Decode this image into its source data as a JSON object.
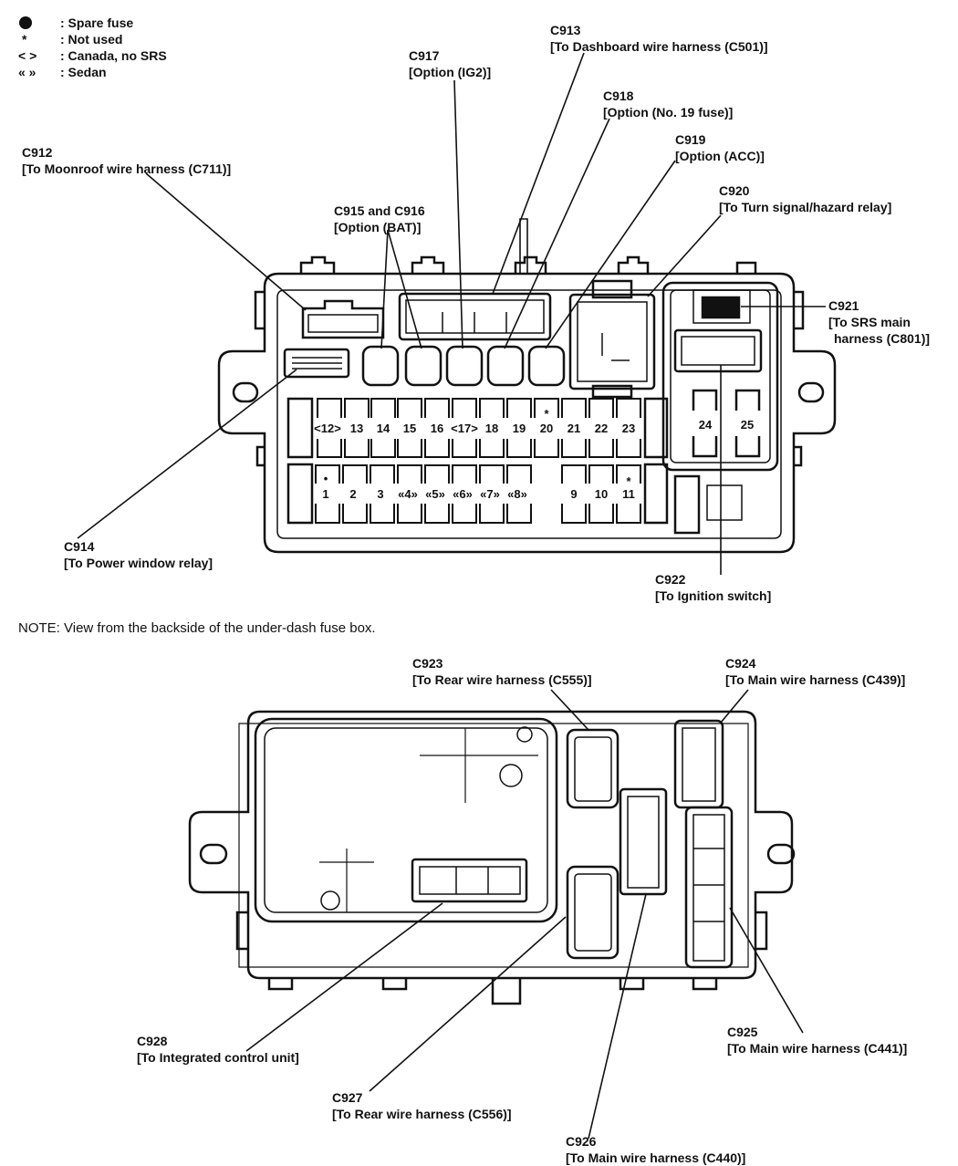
{
  "legend": [
    {
      "symbol": "●",
      "text": ": Spare fuse"
    },
    {
      "symbol": "*",
      "text": ": Not used"
    },
    {
      "symbol": "< >",
      "text": ": Canada, no SRS"
    },
    {
      "symbol": "« »",
      "text": ": Sedan"
    }
  ],
  "connectors": {
    "c912": {
      "id": "C912",
      "desc": "[To Moonroof wire harness (C711)]"
    },
    "c913": {
      "id": "C913",
      "desc": "[To Dashboard wire harness (C501)]"
    },
    "c914": {
      "id": "C914",
      "desc": "[To Power window relay]"
    },
    "c915": {
      "id": "C915 and C916",
      "desc": "[Option (BAT)]"
    },
    "c917": {
      "id": "C917",
      "desc": "[Option (IG2)]"
    },
    "c918": {
      "id": "C918",
      "desc": "[Option (No. 19 fuse)]"
    },
    "c919": {
      "id": "C919",
      "desc": "[Option (ACC)]"
    },
    "c920": {
      "id": "C920",
      "desc": "[To Turn signal/hazard relay]"
    },
    "c921": {
      "id": "C921",
      "desc": "[To SRS main",
      "desc2": "harness (C801)]"
    },
    "c922": {
      "id": "C922",
      "desc": "[To Ignition switch]"
    },
    "c923": {
      "id": "C923",
      "desc": "[To Rear wire harness (C555)]"
    },
    "c924": {
      "id": "C924",
      "desc": "[To Main wire harness (C439)]"
    },
    "c925": {
      "id": "C925",
      "desc": "[To Main wire harness (C441)]"
    },
    "c926": {
      "id": "C926",
      "desc": "[To Main wire harness (C440)]"
    },
    "c927": {
      "id": "C927",
      "desc": "[To Rear wire harness (C556)]"
    },
    "c928": {
      "id": "C928",
      "desc": "[To Integrated control unit]"
    }
  },
  "fuses_top": [
    "<12>",
    "13",
    "14",
    "15",
    "16",
    "<17>",
    "18",
    "19",
    "20",
    "21",
    "22",
    "23"
  ],
  "fuses_bottom": [
    "1",
    "2",
    "3",
    "«4»",
    "«5»",
    "«6»",
    "«7»",
    "«8»",
    "9",
    "10",
    "11"
  ],
  "fuses_relay": [
    "24",
    "25"
  ],
  "note": "NOTE:  View from the backside of the under-dash fuse box."
}
